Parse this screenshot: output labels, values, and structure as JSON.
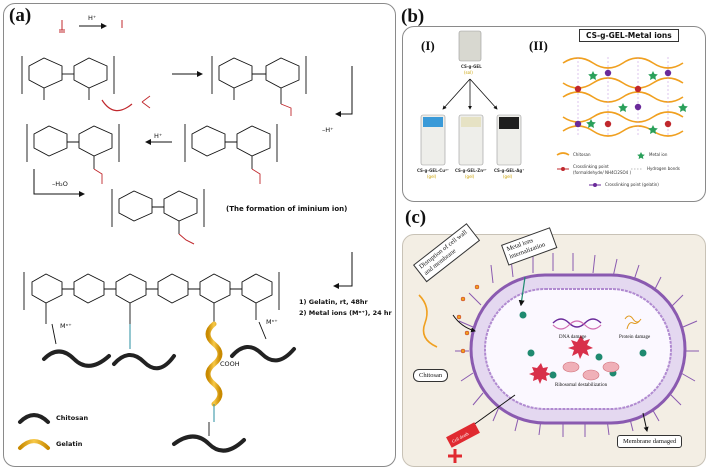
{
  "panel_a": {
    "label": "(a)",
    "iminium_caption": "(The formation of iminium ion)",
    "step_h_plus": "H⁺",
    "step_minus_h_plus": "–H⁺",
    "step_minus_h2o": "–H₂O",
    "step1": "1) Gelatin, rt, 48hr",
    "step2": "2) Metal ions (Mⁿ⁺), 24 hr",
    "legend_chitosan": "Chitosan",
    "legend_gelatin": "Gelatin",
    "metal_ion": "Mⁿ⁺",
    "cooh": "COOH"
  },
  "panel_b": {
    "label": "(b)",
    "sub1": "(I)",
    "sub2": "(II)",
    "title": "CS-g-GEL-Metal ions",
    "vial_top": "CS-g-GEL",
    "vial_top_state": "(sol)",
    "vial_cu": "CS-g-GEL-Cu²⁺",
    "vial_zn": "CS-g-GEL-Zn²⁺",
    "vial_ag": "CS-g-GEL-Ag⁺",
    "gel": "(gel)",
    "legend_chitosan": "Chitosan",
    "legend_metal": "Metal ion",
    "legend_crosslink1": "Crosslinking point",
    "legend_crosslink1b": "(formaldehyde/ NH4Cl2SO4 )",
    "legend_hbond": "Hydrogen bonds",
    "legend_crosslink2": "Crosslinking point (gelatin)",
    "colors": {
      "chitosan": "#f0a020",
      "crosslink_red": "#c0282d",
      "crosslink_purple": "#6a2a9a",
      "metal": "#2aa05a"
    }
  },
  "panel_c": {
    "label": "(c)",
    "disruption": "Disruption of cell wall and membrane",
    "internalization": "Metal ions internalization",
    "dna": "DNA damage",
    "protein": "Protein damage",
    "ribosomal": "Ribosomal destabilization",
    "chitosan": "Chitosan",
    "cell_death": "Cell death",
    "membrane": "Membrane damaged"
  }
}
